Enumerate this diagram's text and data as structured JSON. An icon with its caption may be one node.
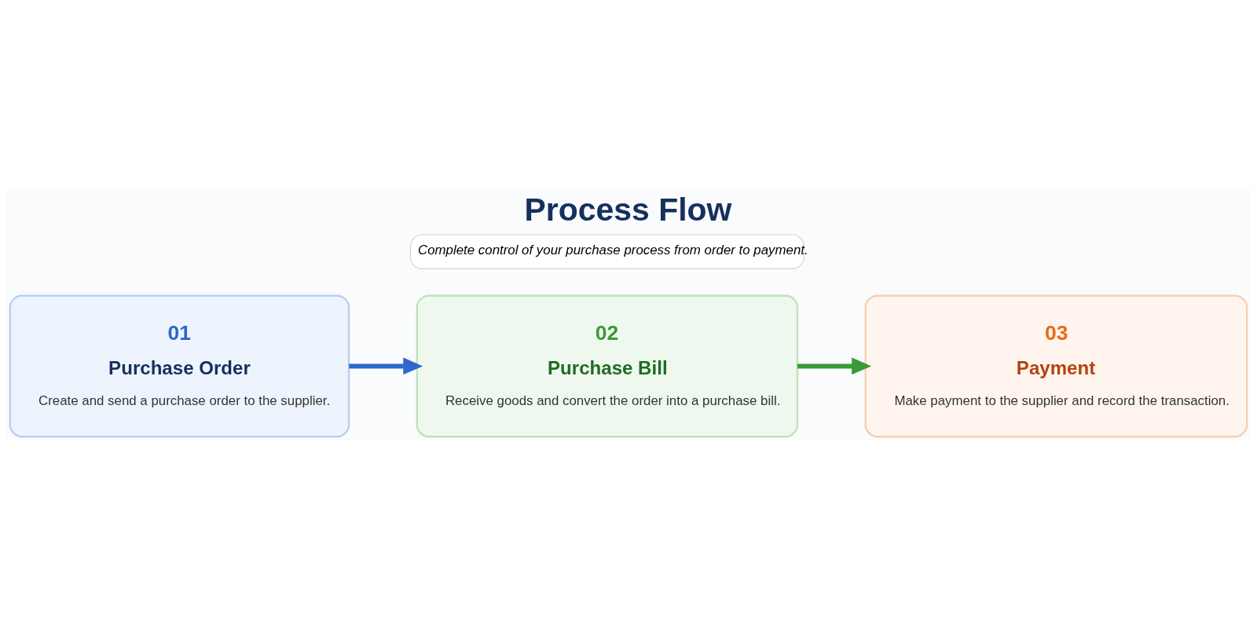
{
  "diagram": {
    "title": "Process Flow",
    "nodes": [
      {
        "text": [
          "01",
          "Purchase Order",
          "Create and send a purchase order to the supplier."
        ]
      },
      {
        "text": [
          "02",
          "Purchase Bill",
          "Receive goods and convert the order into a purchase bill."
        ]
      },
      {
        "text": [
          "03",
          "Payment",
          "Make payment to the supplier and record the transaction."
        ]
      }
    ],
    "edges": [
      {
        "from": 0,
        "to": 1,
        "arrow": "to",
        "color": "#2f66d0"
      },
      {
        "from": 1,
        "to": 2,
        "arrow": "to",
        "color": "#3a9a3a"
      }
    ],
    "labels": [
      "Complete control of your purchase process from order to payment."
    ]
  }
}
